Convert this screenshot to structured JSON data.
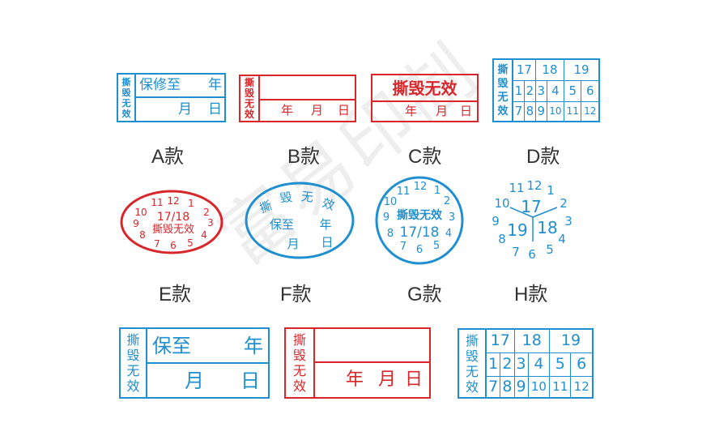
{
  "colors": {
    "blue": "#1f8fd0",
    "red": "#d8262b",
    "label": "#333333"
  },
  "common": {
    "tear_void": "撕毁无效",
    "tear": "撕",
    "destroy": "毁",
    "no": "无",
    "effect": "效",
    "year": "年",
    "month": "月",
    "day": "日",
    "warranty_to": "保修至",
    "keep_to": "保至",
    "d17": "17",
    "d18": "18",
    "d19": "19",
    "d1718": "17/18",
    "n1": "1",
    "n2": "2",
    "n3": "3",
    "n4": "4",
    "n5": "5",
    "n6": "6",
    "n7": "7",
    "n8": "8",
    "n9": "9",
    "n10": "10",
    "n11": "11",
    "n12": "12"
  },
  "labels": {
    "a": "A款",
    "b": "B款",
    "c": "C款",
    "d": "D款",
    "e": "E款",
    "f": "F款",
    "g": "G款",
    "h": "H款"
  },
  "watermark": "富易印制"
}
